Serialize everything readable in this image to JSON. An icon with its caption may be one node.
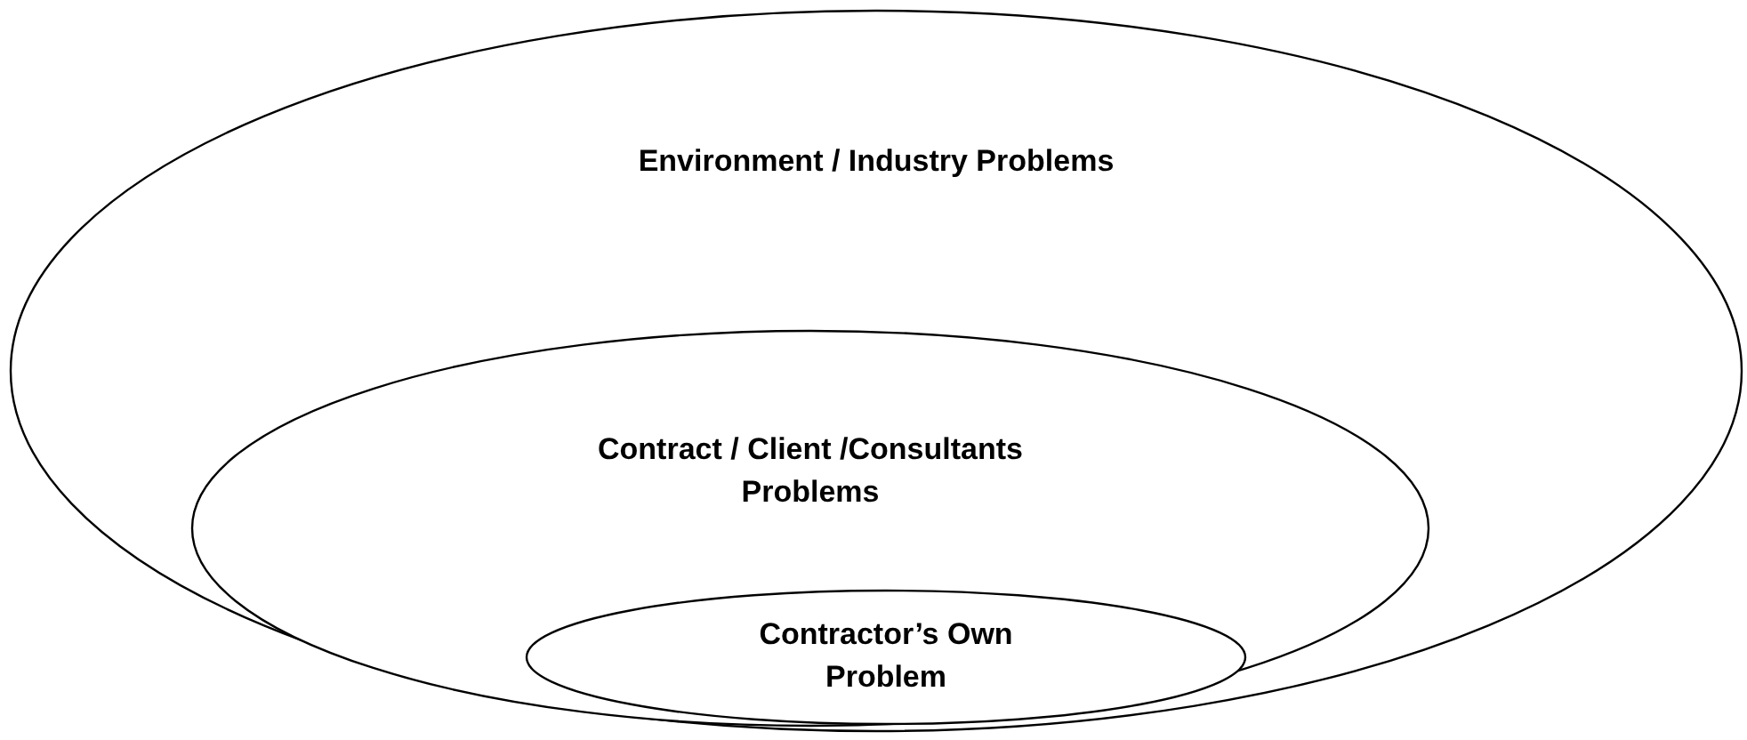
{
  "diagram": {
    "nodes": [
      {
        "text": [
          "Environment / Industry Problems"
        ]
      },
      {
        "text": [
          "Contract / Client /Consultants Problems"
        ],
        "in": 0
      },
      {
        "text": [
          "Contractor’s Own Problem"
        ],
        "in": 1
      }
    ]
  }
}
